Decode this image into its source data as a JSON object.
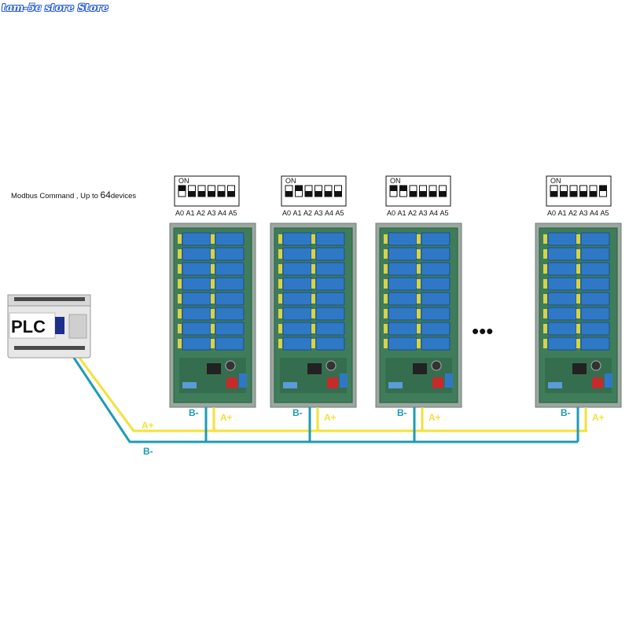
{
  "watermark": "tam-5c store Store",
  "caption": {
    "text": "Modbus Command , Up to ",
    "count": "64",
    "suffix": "devices"
  },
  "plc": {
    "label": "PLC"
  },
  "bus": {
    "a_label": "A+",
    "b_label": "B-",
    "a_color": "#f2e23a",
    "b_color": "#1f9bb6"
  },
  "dip": {
    "on_label": "ON",
    "address_labels": [
      "A0",
      "A1",
      "A2",
      "A3",
      "A4",
      "A5"
    ]
  },
  "devices": [
    {
      "switches": [
        1,
        0,
        0,
        0,
        0,
        0
      ]
    },
    {
      "switches": [
        0,
        1,
        0,
        0,
        0,
        0
      ]
    },
    {
      "switches": [
        1,
        1,
        0,
        0,
        0,
        0
      ]
    },
    {
      "switches": [
        0,
        0,
        0,
        0,
        0,
        1
      ]
    }
  ],
  "ellipsis": "•••",
  "colors": {
    "board_green": "#3f7d5a",
    "relay_blue": "#2f78c6",
    "rail": "#9aa8a0"
  }
}
